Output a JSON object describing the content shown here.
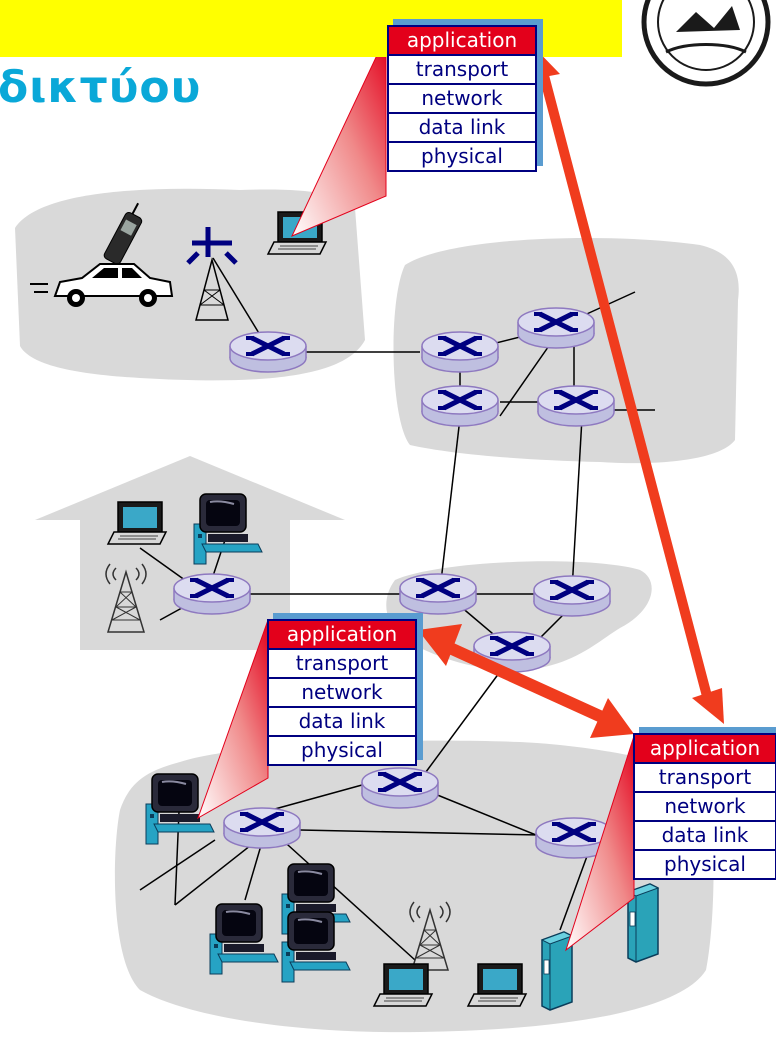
{
  "title": {
    "banner_color": "#ffff00",
    "text": "δικτύου",
    "text_color": "#0aa8d8"
  },
  "protocol_stacks": [
    {
      "id": "top",
      "layers": [
        "application",
        "transport",
        "network",
        "data link",
        "physical"
      ]
    },
    {
      "id": "middle",
      "layers": [
        "application",
        "transport",
        "network",
        "data link",
        "physical"
      ]
    },
    {
      "id": "bottom-right",
      "layers": [
        "application",
        "transport",
        "network",
        "data link",
        "physical"
      ]
    }
  ],
  "icons": {
    "router": "router-icon",
    "desktop": "desktop-computer-icon",
    "laptop": "laptop-icon",
    "server": "server-icon",
    "tower": "cell-tower-icon",
    "phone": "mobile-phone-icon",
    "car": "car-icon",
    "logo": "university-seal-icon"
  },
  "colors": {
    "application_layer": "#e3001b",
    "layer_text": "#000080",
    "arrow": "#f03c1e",
    "network_region": "#d9d9d9",
    "router_body": "#d9d9ee",
    "router_outline": "#8e79c0"
  }
}
